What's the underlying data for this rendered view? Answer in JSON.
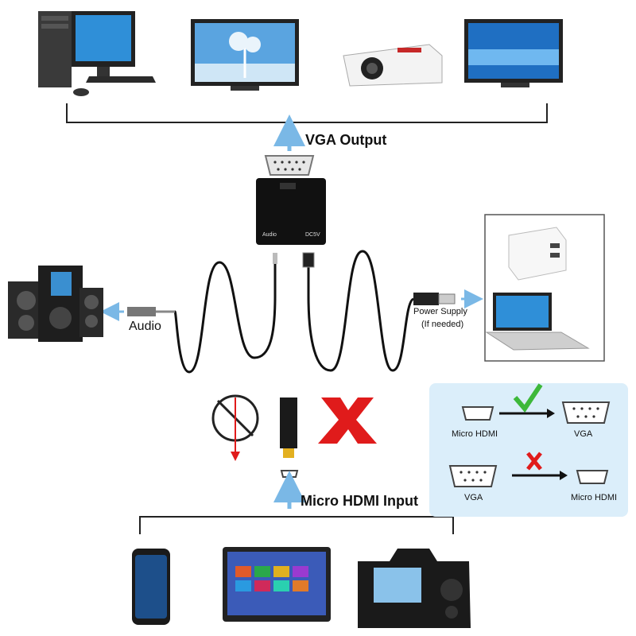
{
  "labels": {
    "vga_output": "VGA Output",
    "micro_hdmi_input": "Micro HDMI Input",
    "audio": "Audio",
    "power_supply_line1": "Power Supply",
    "power_supply_line2": "(If needed)",
    "port_audio": "Audio",
    "port_dc5v": "DC5V"
  },
  "compat_panel": {
    "row1": {
      "source": "Micro HDMI",
      "target": "VGA",
      "supported": true
    },
    "row2": {
      "source": "VGA",
      "target": "Micro HDMI",
      "supported": false
    }
  },
  "colors": {
    "arrow": "#7ab8e6",
    "check": "#3db83a",
    "cross": "#e01b1b",
    "panel_bg": "#dbeefa"
  }
}
